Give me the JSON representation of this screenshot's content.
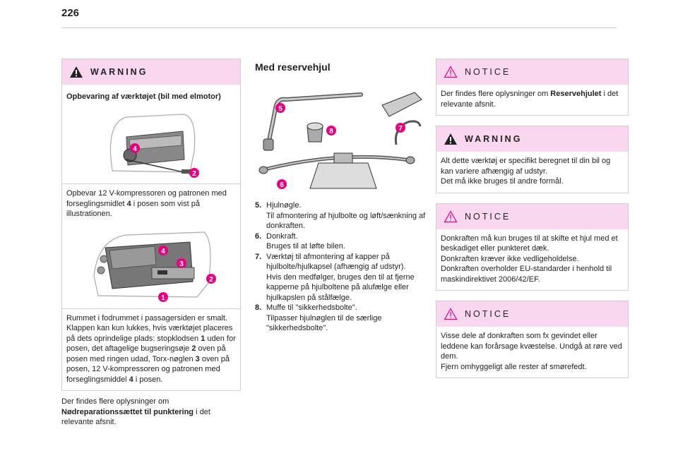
{
  "page": {
    "number": "226"
  },
  "col1": {
    "warning": {
      "title": "WARNING",
      "subtitle": "Opbevaring af værktøjet (bil med elmotor)",
      "para1": "Opbevar 12 V-kompressoren og patronen med forseglingsmidlet 4 i posen som vist på illustrationen.",
      "para1_parts": [
        "Opbevar 12 V-kompressoren og patronen med forseglingsmidlet ",
        "4",
        " i posen som vist på illustrationen."
      ],
      "para2_parts": [
        "Rummet i fodrummet i passagersiden er smalt. Klappen kan kun lukkes, hvis værktøjet placeres på dets oprindelige plads: stopklodsen ",
        "1",
        " uden for posen, det aftagelige bugseringsøje ",
        "2",
        " oven på posen med ringen udad, Torx-nøglen ",
        "3",
        " oven på posen, 12 V-kompressoren og patronen med forseglingsmiddel ",
        "4",
        " i posen."
      ],
      "callouts1": [
        "4",
        "2"
      ],
      "callouts2": [
        "4",
        "3",
        "2",
        "1"
      ]
    },
    "footer_parts": [
      "Der findes flere oplysninger om ",
      "Nødreparationssættet til punktering",
      " i det relevante afsnit."
    ]
  },
  "col2": {
    "title": "Med reservehjul",
    "callouts": [
      "5",
      "8",
      "7",
      "6"
    ],
    "items": [
      {
        "num": "5.",
        "lines": [
          "Hjulnøgle.",
          "Til afmontering af hjulbolte og løft/sænkning af donkraften."
        ]
      },
      {
        "num": "6.",
        "lines": [
          "Donkraft.",
          "Bruges til at løfte bilen."
        ]
      },
      {
        "num": "7.",
        "lines": [
          "Værktøj til afmontering af kapper på hjulbolte/hjulkapsel (afhængig af udstyr).",
          "Hvis den medfølger, bruges den til at fjerne kapperne på hjulboltene på alufælge eller hjulkapslen på stålfælge."
        ]
      },
      {
        "num": "8.",
        "lines": [
          "Muffe til \"sikkerhedsbolte\".",
          "Tilpasser hjulnøglen til de særlige \"sikkerhedsbolte\"."
        ]
      }
    ]
  },
  "col3": {
    "notice1": {
      "title": "NOTICE",
      "parts": [
        "Der findes flere oplysninger om ",
        "Reservehjulet",
        " i det relevante afsnit."
      ]
    },
    "warning2": {
      "title": "WARNING",
      "lines": [
        "Alt dette værktøj er specifikt beregnet til din bil og kan variere afhængig af udstyr.",
        "Det må ikke bruges til andre formål."
      ]
    },
    "notice2": {
      "title": "NOTICE",
      "lines": [
        "Donkraften må kun bruges til at skifte et hjul med et beskadiget eller punkteret dæk.",
        "Donkraften kræver ikke vedligeholdelse.",
        "Donkraften overholder EU-standarder i henhold til maskindirektivet 2006/42/EF."
      ]
    },
    "notice3": {
      "title": "NOTICE",
      "lines": [
        "Visse dele af donkraften som fx gevindet eller leddene kan forårsage kvæstelse. Undgå at røre ved dem.",
        "Fjern omhyggeligt alle rester af smørefedt."
      ]
    }
  },
  "colors": {
    "callout": "#e6007e",
    "header_bg": "#f9d8ef",
    "border": "#cfcfcf"
  }
}
